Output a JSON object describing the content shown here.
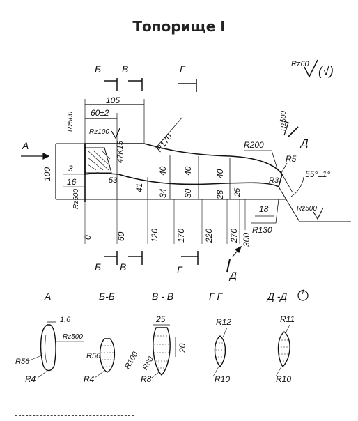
{
  "title": "Топорище I",
  "roughness_symbol": "Rz60",
  "view_labels": {
    "b": "Б",
    "v": "В",
    "g": "Г",
    "d": "Д",
    "a": "А"
  },
  "dimensions": {
    "d105": "105",
    "d60": "60±2",
    "r170": "R170",
    "r200": "R200",
    "r5": "R5",
    "r3": "R3",
    "angle": "55°±1°",
    "d100": "100",
    "d3": "3",
    "d16": "16",
    "d53": "53",
    "d47": "47K15",
    "d41": "41",
    "d34": "34",
    "d40a": "40",
    "d40b": "40",
    "d40c": "40",
    "d30": "30",
    "d28": "28",
    "d25": "25",
    "d18": "18",
    "r130": "R130",
    "rz500_a": "Rz500",
    "rz100": "Rz100",
    "rz500_b": "Rz500",
    "rz500_c": "Rz500",
    "rz500_d": "Rz500"
  },
  "axis_ticks": [
    "0",
    "60",
    "120",
    "170",
    "220",
    "270",
    "300"
  ],
  "sections": {
    "a": {
      "label": "А",
      "d16": "1,6",
      "rz": "Rz500",
      "r56": "R56",
      "r4": "R4"
    },
    "bb": {
      "label": "Б-Б",
      "r56": "R56",
      "r4": "R4",
      "r100": "R100"
    },
    "vv": {
      "label": "В - В",
      "d25": "25",
      "d20": "20",
      "r80": "R80",
      "r8": "R8"
    },
    "gg": {
      "label": "Г  Г",
      "r12": "R12",
      "r10": "R10"
    },
    "dd": {
      "label": "Д -Д",
      "r11": "R11",
      "r10": "R10"
    }
  }
}
